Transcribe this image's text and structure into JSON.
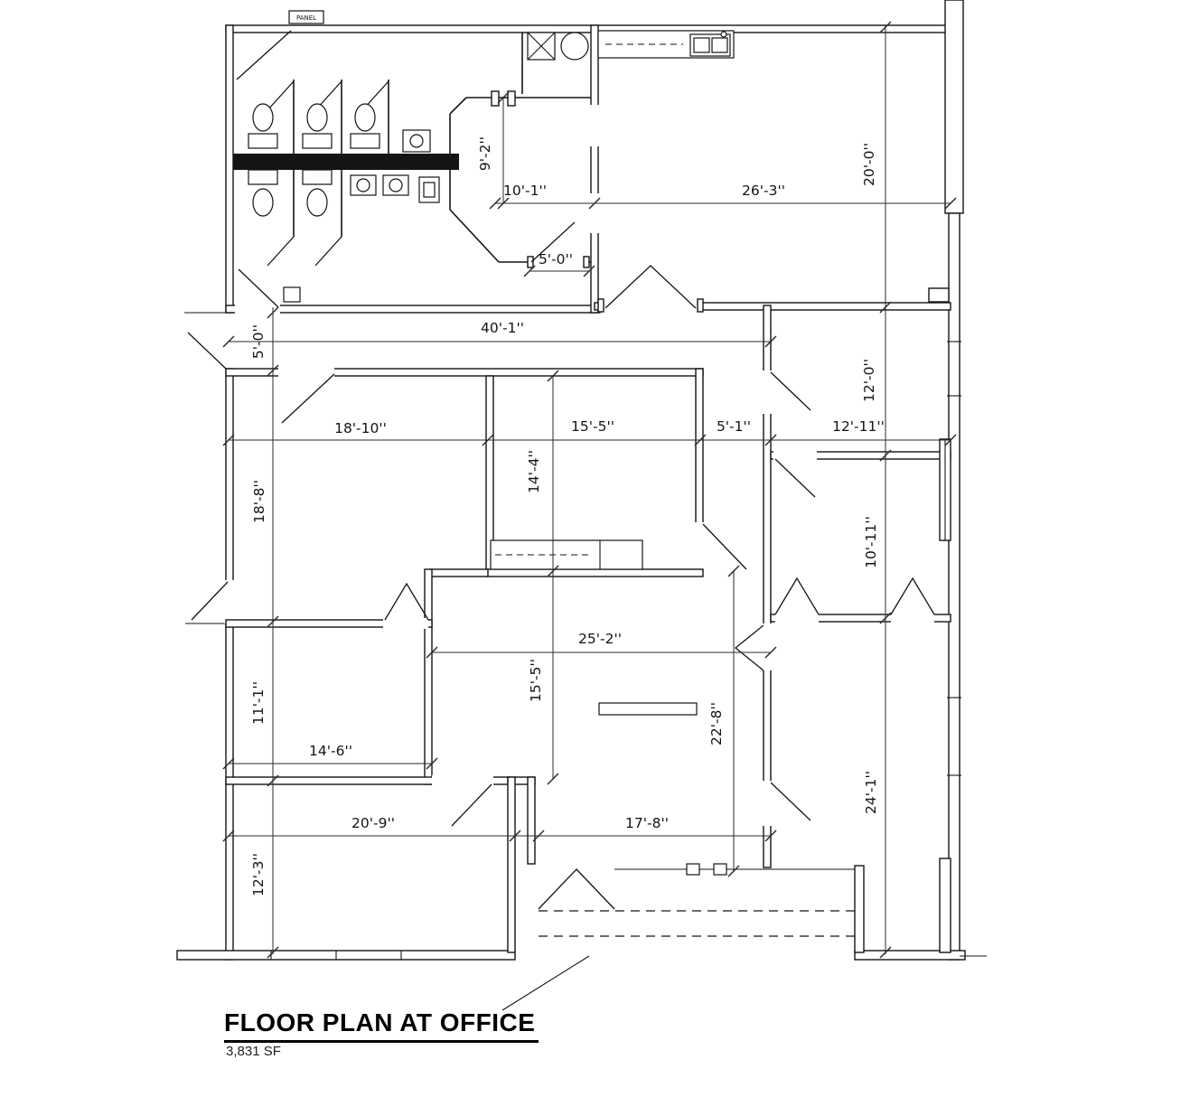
{
  "title": "FLOOR PLAN AT OFFICE",
  "area_label": "3,831 SF",
  "panel_label": "PANEL",
  "dims": [
    {
      "id": "vestibule-depth",
      "text": "9'-2''"
    },
    {
      "id": "vestibule-width",
      "text": "10'-1''"
    },
    {
      "id": "breakroom-width",
      "text": "26'-3''"
    },
    {
      "id": "breakroom-depth",
      "text": "20'-0''"
    },
    {
      "id": "door-clearance",
      "text": "5'-0''"
    },
    {
      "id": "corridor-length",
      "text": "40'-1''"
    },
    {
      "id": "corridor-width",
      "text": "5'-0''"
    },
    {
      "id": "office-right-1-depth",
      "text": "12'-0''"
    },
    {
      "id": "office-left-width",
      "text": "18'-10''"
    },
    {
      "id": "office-center-width",
      "text": "15'-5''"
    },
    {
      "id": "alcove-width",
      "text": "5'-1''"
    },
    {
      "id": "office-right-width",
      "text": "12'-11''"
    },
    {
      "id": "office-center-depth",
      "text": "14'-4''"
    },
    {
      "id": "office-left-depth",
      "text": "18'-8''"
    },
    {
      "id": "office-right-2-depth",
      "text": "10'-11''"
    },
    {
      "id": "open-area-width",
      "text": "25'-2''"
    },
    {
      "id": "open-area-depth",
      "text": "15'-5''"
    },
    {
      "id": "office-left-2-depth",
      "text": "11'-1''"
    },
    {
      "id": "open-area-height",
      "text": "22'-8''"
    },
    {
      "id": "office-left-2-width",
      "text": "14'-6''"
    },
    {
      "id": "office-right-3-depth",
      "text": "24'-1''"
    },
    {
      "id": "room-bottom-left-width",
      "text": "20'-9''"
    },
    {
      "id": "entry-width",
      "text": "17'-8''"
    },
    {
      "id": "room-bottom-left-depth",
      "text": "12'-3''"
    }
  ]
}
